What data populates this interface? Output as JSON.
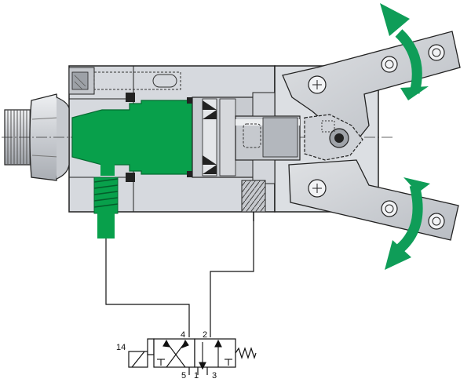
{
  "colors": {
    "background": "#ffffff",
    "body_gray": "#d5d8dd",
    "body_light": "#e6e8eb",
    "body_dark": "#b8bcc2",
    "bore_gray": "#c6c9ce",
    "outline": "#222222",
    "pneumatic_green": "#08a04b",
    "arrow_green": "#0f9d58",
    "line_black": "#111111"
  },
  "icons": {
    "upper_arrow": "curved-rotation-arrow-icon",
    "lower_arrow": "curved-rotation-arrow-icon",
    "spring": "spring-icon",
    "solenoid": "solenoid-icon"
  },
  "valve": {
    "solenoid_port_label": "14",
    "port_4": "4",
    "port_2": "2",
    "port_5": "5",
    "port_1": "1",
    "port_3": "3"
  }
}
